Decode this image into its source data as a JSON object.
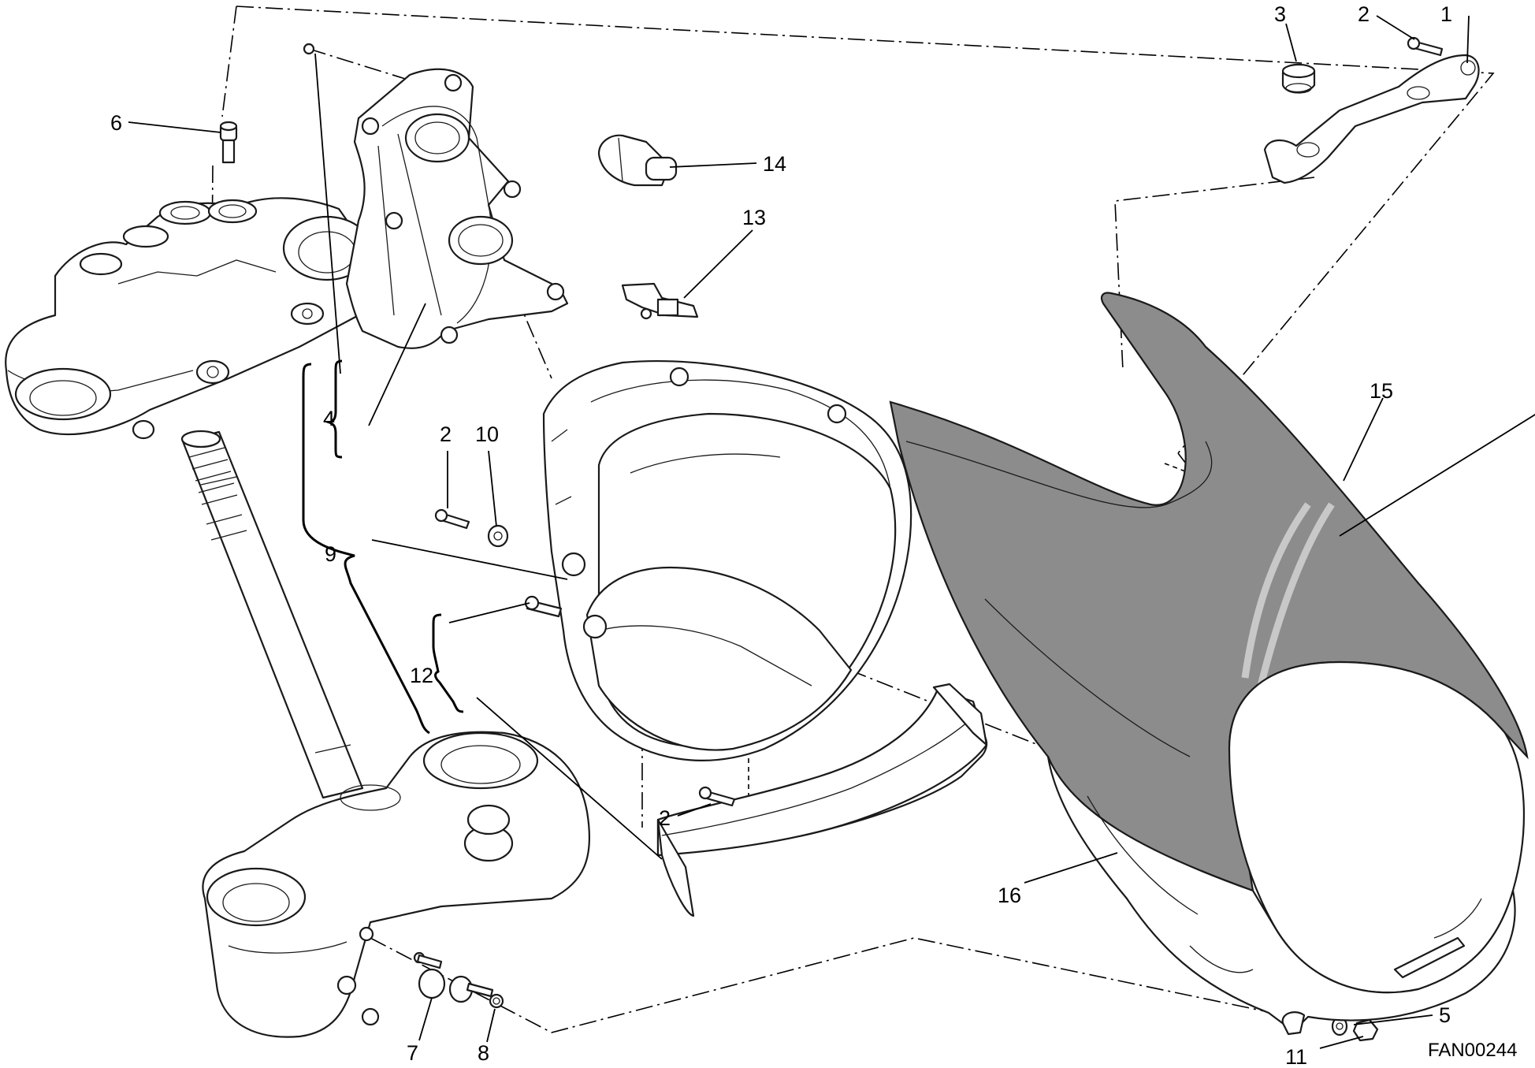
{
  "callouts": {
    "c1": "1",
    "c2a": "2",
    "c3": "3",
    "c4": "4",
    "c5": "5",
    "c6": "6",
    "c7": "7",
    "c8": "8",
    "c9": "9",
    "c2b": "2",
    "c10": "10",
    "c11": "11",
    "c12": "12",
    "c13": "13",
    "c14": "14",
    "c15": "15",
    "c16": "16",
    "c2c": "2"
  },
  "drawing_code": "FAN00244",
  "colors": {
    "cowl_fill": "#8c8c8c",
    "line": "#1a1a1a",
    "background": "#ffffff"
  }
}
